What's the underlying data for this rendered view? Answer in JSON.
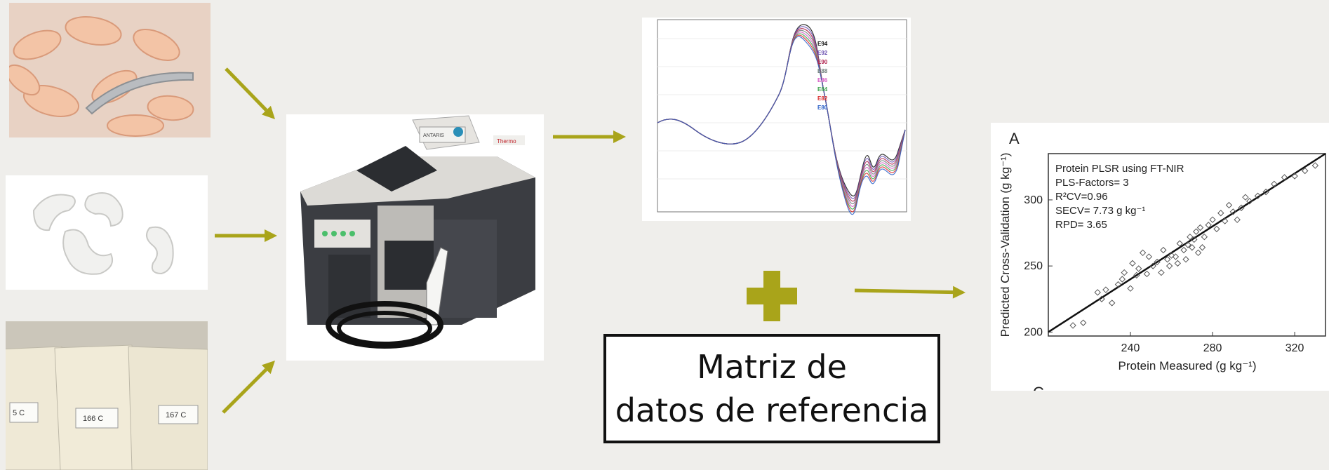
{
  "colors": {
    "background": "#efeeeb",
    "arrow": "#a9a41a",
    "plus": "#a9a41a",
    "beans": "#f3c4a6",
    "beans_dark": "#d99a7a",
    "white_beans": "#f1f1ef",
    "powder": "#e9e3cf",
    "instrument_dark": "#3b3d42",
    "instrument_light": "#dcdad6"
  },
  "icons": {
    "flow_arrow": "arrow-icon",
    "plus": "plus-icon"
  },
  "samples": {
    "bags": [
      {
        "label": "5 C"
      },
      {
        "label": "166 C"
      },
      {
        "label": "167 C"
      }
    ]
  },
  "instrument": {
    "brand": "Thermo",
    "model": "ANTARIS"
  },
  "spectra": {
    "legend": [
      {
        "name": "E94",
        "color": "#111111"
      },
      {
        "name": "E92",
        "color": "#6a4fb0"
      },
      {
        "name": "E90",
        "color": "#b0244f"
      },
      {
        "name": "E88",
        "color": "#6e7d7a"
      },
      {
        "name": "E86",
        "color": "#d65bc4"
      },
      {
        "name": "E84",
        "color": "#3aa24a"
      },
      {
        "name": "E82",
        "color": "#d92a2a"
      },
      {
        "name": "E80",
        "color": "#2a5fc7"
      }
    ]
  },
  "reference_box": {
    "line1": "Matriz de",
    "line2": "datos de referencia"
  },
  "model_panel": {
    "panel_letter": "A",
    "panel_letter_bottom": "C",
    "info": [
      "Protein PLSR using FT-NIR",
      "PLS-Factors= 3",
      "R²CV=0.96",
      "SECV= 7.73 g kg⁻¹",
      "RPD= 3.65"
    ]
  },
  "chart_data": {
    "type": "scatter",
    "xlabel": "Protein Measured (g kg⁻¹)",
    "ylabel": "Predicted Cross-Validation (g kg⁻¹)",
    "xlim": [
      200,
      335
    ],
    "ylim": [
      197,
      335
    ],
    "xticks": [
      240,
      280,
      320
    ],
    "yticks": [
      200,
      250,
      300
    ],
    "fit_line": {
      "x": [
        200,
        335
      ],
      "y": [
        200,
        335
      ]
    },
    "points": [
      [
        212,
        205
      ],
      [
        217,
        207
      ],
      [
        224,
        230
      ],
      [
        226,
        225
      ],
      [
        228,
        232
      ],
      [
        231,
        222
      ],
      [
        234,
        236
      ],
      [
        236,
        240
      ],
      [
        237,
        245
      ],
      [
        240,
        233
      ],
      [
        241,
        252
      ],
      [
        243,
        243
      ],
      [
        244,
        248
      ],
      [
        246,
        260
      ],
      [
        248,
        244
      ],
      [
        249,
        257
      ],
      [
        251,
        250
      ],
      [
        253,
        253
      ],
      [
        255,
        245
      ],
      [
        256,
        262
      ],
      [
        258,
        255
      ],
      [
        259,
        250
      ],
      [
        260,
        258
      ],
      [
        262,
        257
      ],
      [
        263,
        252
      ],
      [
        264,
        267
      ],
      [
        266,
        262
      ],
      [
        267,
        255
      ],
      [
        268,
        266
      ],
      [
        269,
        272
      ],
      [
        270,
        264
      ],
      [
        271,
        270
      ],
      [
        272,
        276
      ],
      [
        273,
        260
      ],
      [
        274,
        279
      ],
      [
        275,
        264
      ],
      [
        276,
        272
      ],
      [
        278,
        281
      ],
      [
        280,
        285
      ],
      [
        282,
        278
      ],
      [
        284,
        290
      ],
      [
        286,
        284
      ],
      [
        288,
        296
      ],
      [
        290,
        291
      ],
      [
        292,
        285
      ],
      [
        294,
        294
      ],
      [
        296,
        302
      ],
      [
        298,
        299
      ],
      [
        302,
        303
      ],
      [
        306,
        306
      ],
      [
        310,
        312
      ],
      [
        315,
        317
      ],
      [
        320,
        318
      ],
      [
        325,
        322
      ],
      [
        330,
        326
      ]
    ]
  }
}
